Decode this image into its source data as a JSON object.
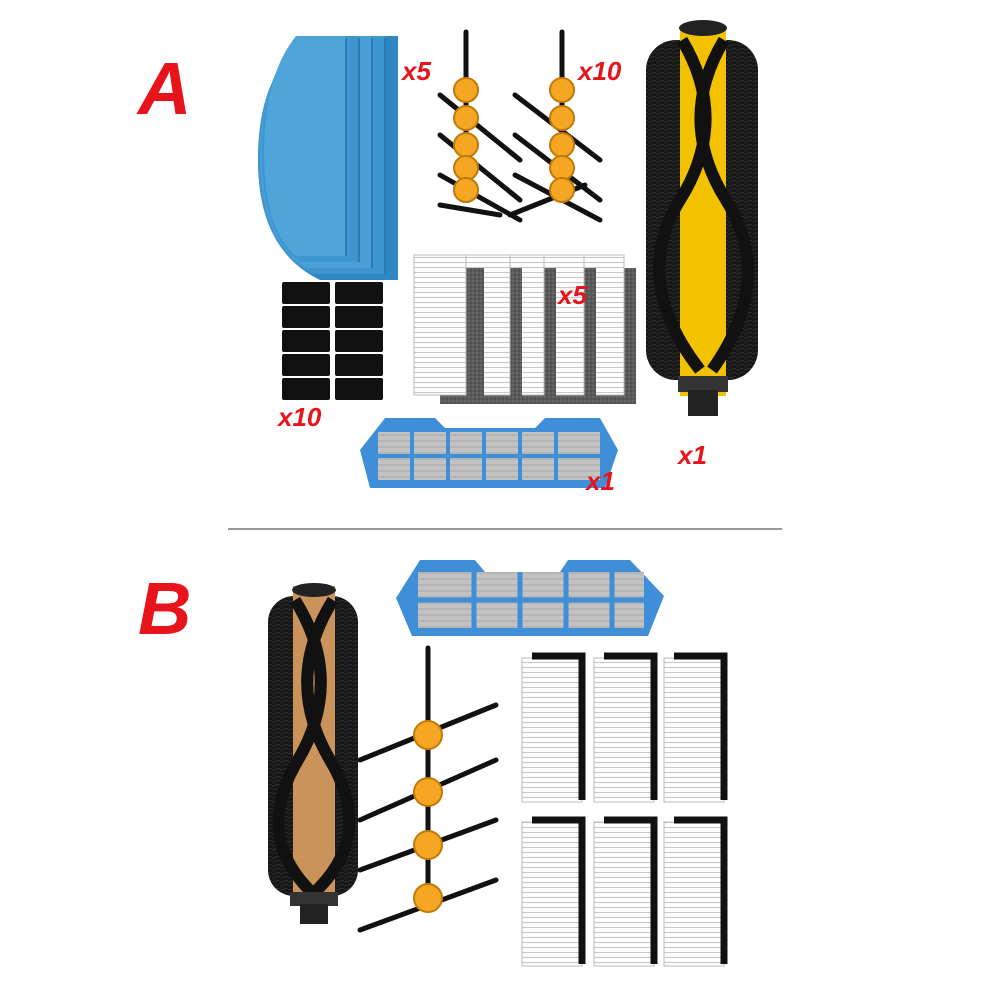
{
  "kits": [
    {
      "label": "A",
      "quantities": {
        "mop_pads": "x5",
        "side_brushes": "x10",
        "sponge_filters": "x10",
        "hepa_filters": "x5",
        "dustbin_filter": "x1",
        "main_brush": "x1"
      }
    },
    {
      "label": "B"
    }
  ],
  "colors": {
    "label_red": "#e8141b",
    "mop_blue": "#3d96cf",
    "brush_yellow": "#f5a623",
    "filter_frame_blue": "#3f8fd8",
    "divider": "#9a9a9a"
  },
  "icons": [
    "mop-pad-icon",
    "side-brush-icon",
    "sponge-filter-icon",
    "hepa-filter-icon",
    "dustbin-filter-icon",
    "roller-brush-icon"
  ]
}
